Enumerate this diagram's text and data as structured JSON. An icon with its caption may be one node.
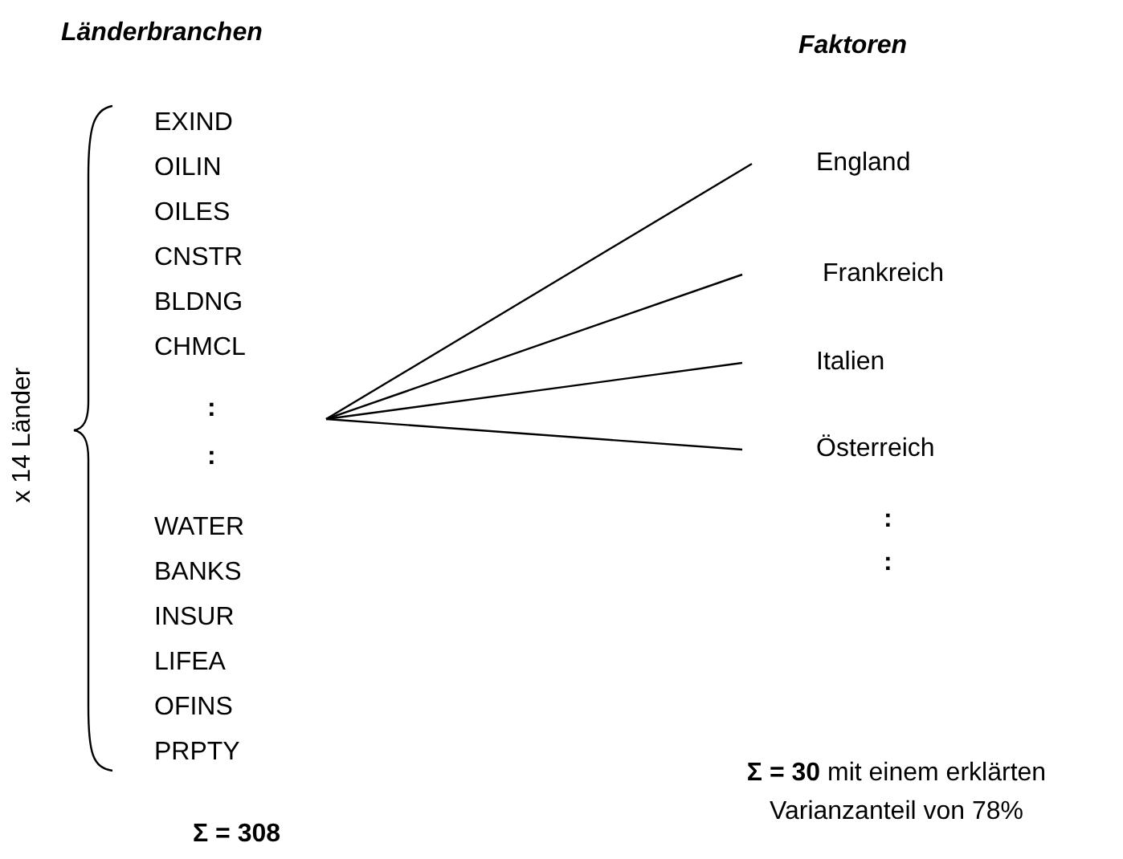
{
  "diagram": {
    "nodes": [
      {
        "text": [
          "England"
        ]
      },
      {
        "text": [
          "Frankreich"
        ]
      },
      {
        "text": [
          "Italien"
        ]
      },
      {
        "text": [
          "Österreich"
        ]
      }
    ],
    "edges": [
      {
        "from": null,
        "to": 0,
        "arrow": "none"
      },
      {
        "from": null,
        "to": 1,
        "arrow": "none"
      },
      {
        "from": null,
        "to": 2,
        "arrow": "none"
      },
      {
        "from": null,
        "to": 3,
        "arrow": "none"
      }
    ],
    "labels": [
      "Länderbranchen",
      "Faktoren",
      "x 14 Länder",
      "EXIND",
      "OILIN",
      "OILES",
      "CNSTR",
      "BLDNG",
      "CHMCL",
      ":",
      ":",
      "WATER",
      "BANKS",
      "INSUR",
      "LIFEA",
      "OFINS",
      "PRPTY",
      ":",
      ":",
      "**Σ = 30** mit einem erklärten Varianzanteil von 78%",
      "Σ = 308"
    ]
  }
}
